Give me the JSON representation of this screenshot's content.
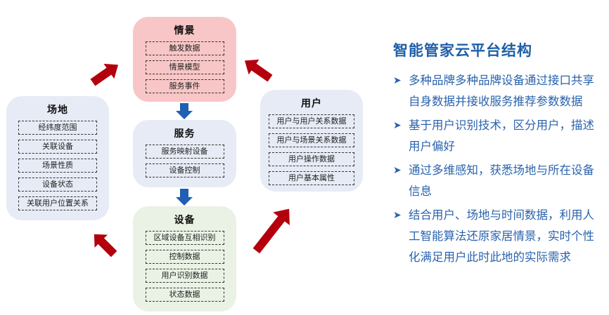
{
  "diagram": {
    "scene": {
      "title": "情景",
      "items": [
        "触发数据",
        "情景模型",
        "服务事件"
      ]
    },
    "site": {
      "title": "场地",
      "items": [
        "经纬度范围",
        "关联设备",
        "场景性质",
        "设备状态",
        "关联用户位置关系"
      ]
    },
    "service": {
      "title": "服务",
      "items": [
        "服务映射设备",
        "设备控制"
      ]
    },
    "device": {
      "title": "设备",
      "items": [
        "区域设备互相识别",
        "控制数据",
        "用户识别数据",
        "状态数据"
      ]
    },
    "user": {
      "title": "用户",
      "items": [
        "用户与用户关系数据",
        "用户与场景关系数据",
        "用户操作数据",
        "用户基本属性"
      ]
    },
    "colors": {
      "red_arrow": "#b3000c",
      "blue_arrow": "#1f5fb4",
      "scene_bg": "#f8c6c6",
      "device_bg": "#e9f2e4",
      "neutral_bg": "#e6ebf5"
    }
  },
  "panel": {
    "title": "智能管家云平台结构",
    "bullet_icon": "arrow-right-icon",
    "bullets": [
      "多种品牌多种品牌设备通过接口共享自身数据并接收服务推荐参数数据",
      "基于用户识别技术，区分用户，描述用户偏好",
      "通过多维感知，获悉场地与所在设备信息",
      "结合用户、场地与时间数据，利用人工智能算法还原家居情景，实时个性化满足用户此时此地的实际需求"
    ]
  }
}
